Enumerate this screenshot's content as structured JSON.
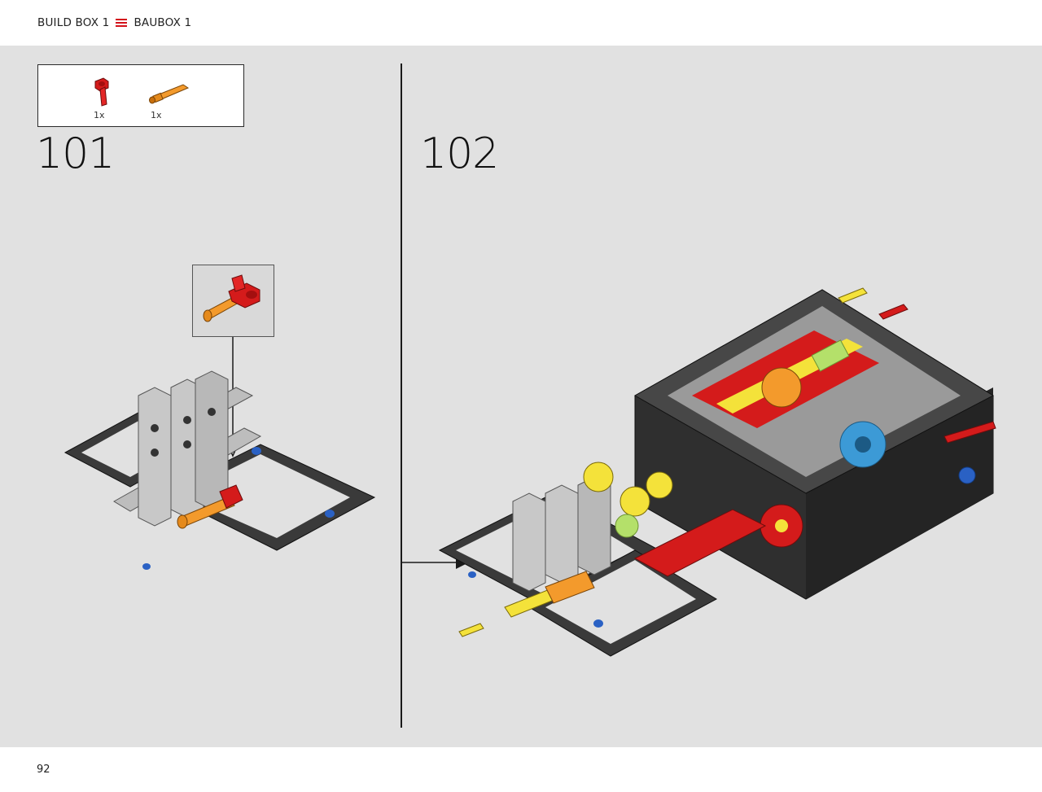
{
  "header": {
    "left_label": "BUILD BOX 1",
    "right_label": "BAUBOX 1",
    "separator_icon": "triple-bar-icon",
    "accent_color": "#d3121b"
  },
  "steps": [
    {
      "number": "101",
      "parts": [
        {
          "name": "red-axle-connector-icon",
          "quantity": "1x"
        },
        {
          "name": "orange-axle-pin-icon",
          "quantity": "1x"
        }
      ]
    },
    {
      "number": "102"
    }
  ],
  "footer": {
    "page_number": "92"
  }
}
